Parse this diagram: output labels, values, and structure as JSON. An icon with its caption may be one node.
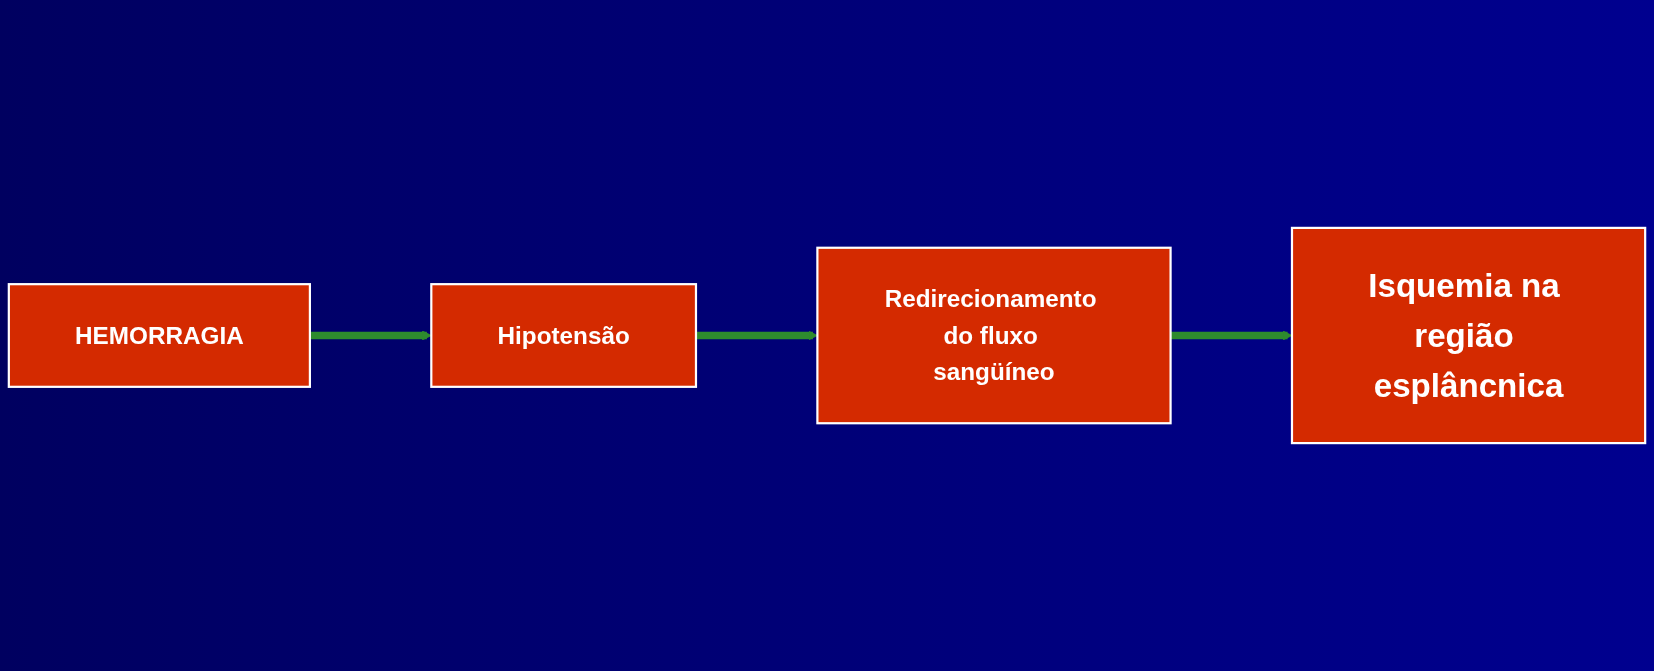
{
  "diagram": {
    "nodes": [
      {
        "text": [
          "HEMORRAGIA"
        ]
      },
      {
        "text": [
          "Hipotensão"
        ]
      },
      {
        "text": [
          "Redirecionamento do fluxo sangüíneo"
        ]
      },
      {
        "text": [
          "Isquemia na região esplâncnica"
        ]
      }
    ],
    "edges": [
      {
        "from": 0,
        "to": 1,
        "arrow": "to"
      },
      {
        "from": 1,
        "to": 2,
        "arrow": "to"
      },
      {
        "from": 2,
        "to": 3,
        "arrow": "to"
      }
    ]
  }
}
